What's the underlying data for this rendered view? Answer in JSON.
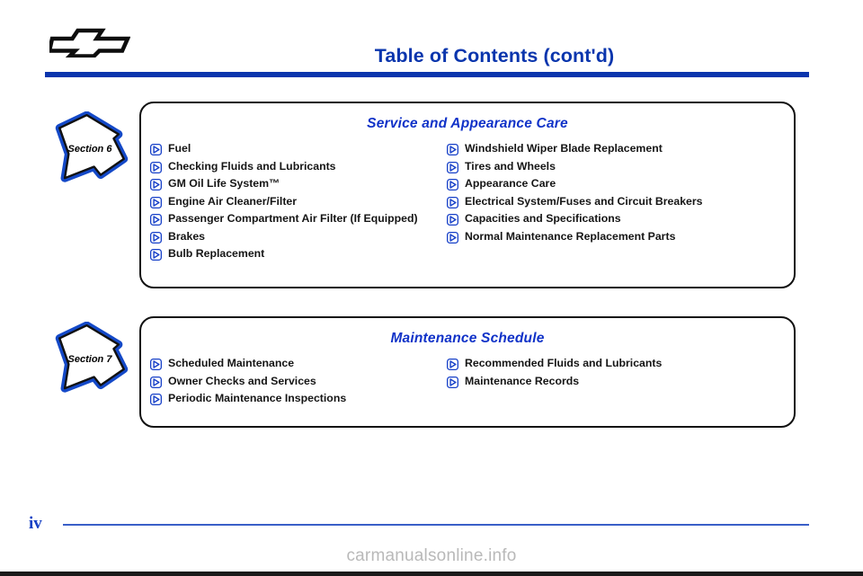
{
  "header": {
    "logo_icon": "chevrolet-bowtie-icon",
    "title": "Table of Contents (cont'd)",
    "rule_color": "#0A35AD"
  },
  "sections": [
    {
      "badge_label": "Section 6",
      "badge_icon": "section-arrow-badge-icon",
      "heading": "Service and Appearance Care",
      "heading_color": "#1032C8",
      "left_items": [
        "Fuel",
        "Checking Fluids and Lubricants",
        "GM Oil Life System™",
        "Engine Air Cleaner/Filter",
        "Passenger Compartment Air Filter (If Equipped)",
        "Brakes",
        "Bulb Replacement"
      ],
      "right_items": [
        "Windshield Wiper Blade Replacement",
        "Tires and Wheels",
        "Appearance Care",
        "Electrical System/Fuses and Circuit Breakers",
        "Capacities and Specifications",
        "Normal Maintenance Replacement Parts"
      ]
    },
    {
      "badge_label": "Section 7",
      "badge_icon": "section-arrow-badge-icon",
      "heading": "Maintenance Schedule",
      "heading_color": "#1032C8",
      "left_items": [
        "Scheduled Maintenance",
        "Owner Checks and Services",
        "Periodic Maintenance Inspections"
      ],
      "right_items": [
        "Recommended Fluids and Lubricants",
        "Maintenance Records"
      ]
    }
  ],
  "bullet_icon": "triangle-play-bullet-icon",
  "footer": {
    "page_number": "iv",
    "rule_color": "#3A5FC8"
  },
  "watermark": {
    "text": "carmanualsonline.info",
    "color": "#b9b9b9"
  }
}
